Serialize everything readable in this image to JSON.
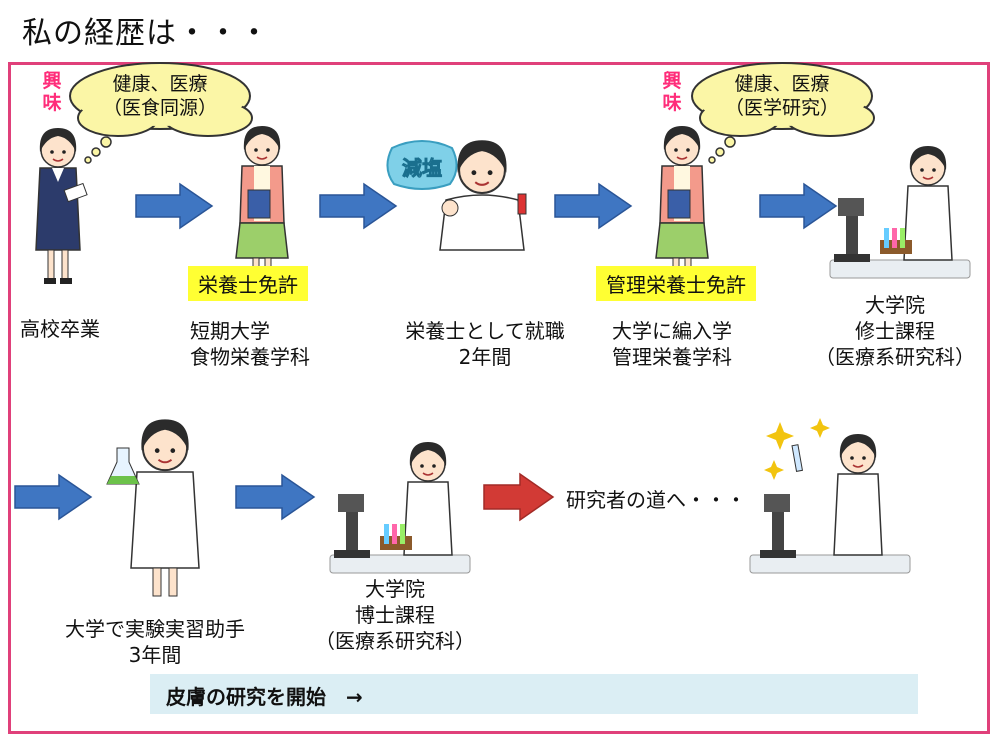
{
  "title": "私の経歴は・・・",
  "interest_label": [
    "興",
    "味"
  ],
  "clouds": [
    {
      "line1": "健康、医療",
      "line2": "（医食同源）"
    },
    {
      "line1": "健康、医療",
      "line2": "（医学研究）"
    }
  ],
  "badges": [
    "栄養士免許",
    "管理栄養士免許"
  ],
  "salt_badge": "減塩",
  "stages": [
    {
      "lines": [
        "高校卒業"
      ]
    },
    {
      "lines": [
        "短期大学",
        "食物栄養学科"
      ]
    },
    {
      "lines": [
        "栄養士として就職",
        "2年間"
      ]
    },
    {
      "lines": [
        "大学に編入学",
        "管理栄養学科"
      ]
    },
    {
      "lines": [
        "大学院",
        "修士課程",
        "（医療系研究科）"
      ]
    },
    {
      "lines": [
        "大学で実験実習助手",
        "3年間"
      ]
    },
    {
      "lines": [
        "大学院",
        "博士課程",
        "（医療系研究科）"
      ]
    }
  ],
  "researcher_path": "研究者の道へ・・・",
  "banner": "皮膚の研究を開始　→",
  "colors": {
    "frame": "#e0407a",
    "arrow_blue": "#3f76c2",
    "arrow_red": "#d23a35",
    "badge_yellow": "#ffff33",
    "cloud_fill": "#fbf6a6",
    "interest_pink": "#ff2d7a",
    "banner_bg": "#dbeef4"
  }
}
